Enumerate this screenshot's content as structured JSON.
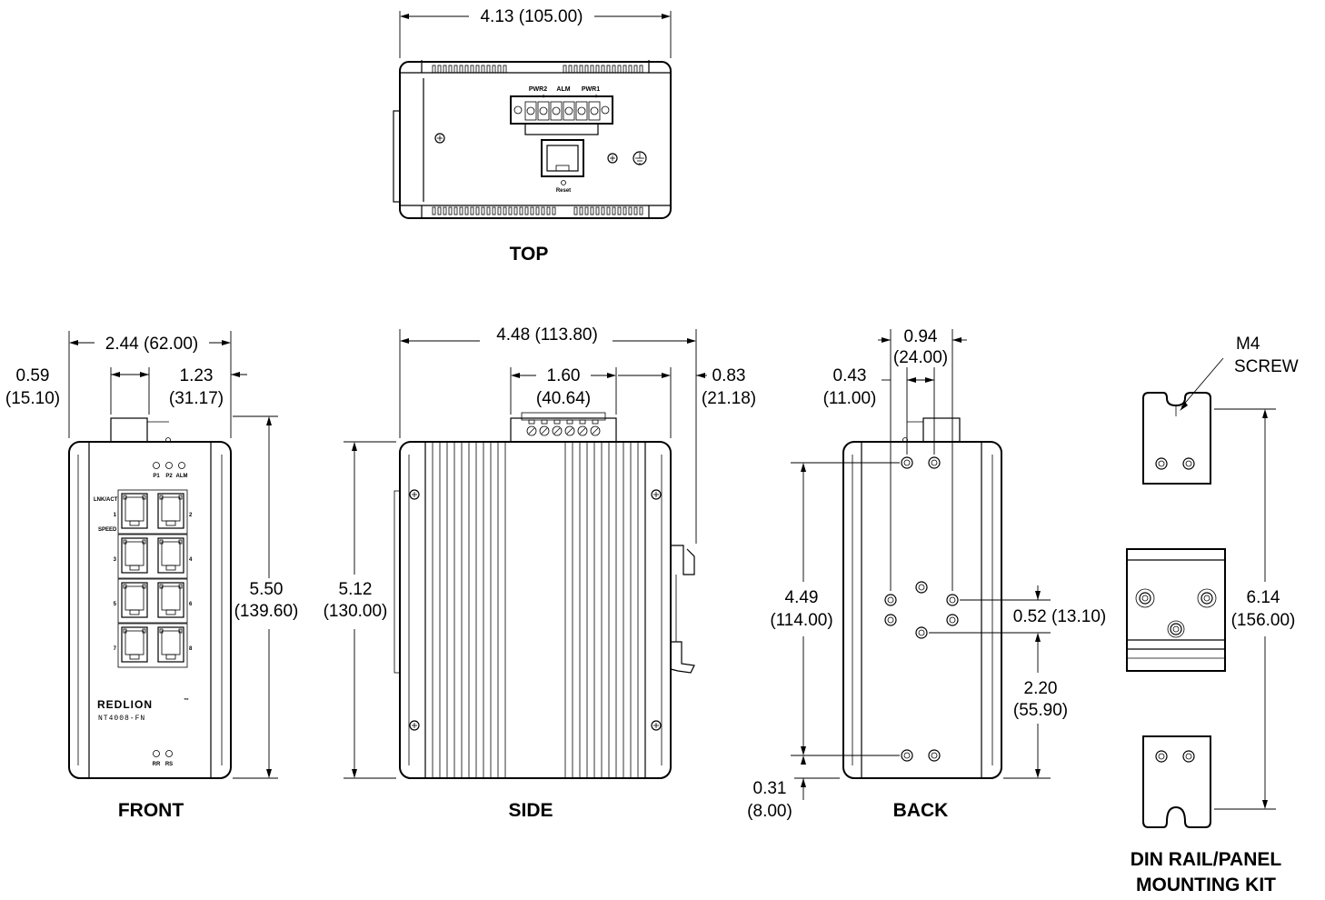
{
  "views": {
    "top": "TOP",
    "front": "FRONT",
    "side": "SIDE",
    "back": "BACK",
    "kit_line1": "DIN RAIL/PANEL",
    "kit_line2": "MOUNTING KIT"
  },
  "dims": {
    "top_width": "4.13 (105.00)",
    "front_width": "2.44 (62.00)",
    "front_left_a": "0.59",
    "front_left_b": "(15.10)",
    "front_right_a": "1.23",
    "front_right_b": "(31.17)",
    "front_height_a": "5.50",
    "front_height_b": "(139.60)",
    "side_width": "4.48 (113.80)",
    "side_conn_a": "1.60",
    "side_conn_b": "(40.64)",
    "side_clip_a": "0.83",
    "side_clip_b": "(21.18)",
    "side_height_a": "5.12",
    "side_height_b": "(130.00)",
    "back_holes_a": "0.94",
    "back_holes_b": "(24.00)",
    "back_left_a": "0.43",
    "back_left_b": "(11.00)",
    "back_span_a": "4.49",
    "back_span_b": "(114.00)",
    "back_mid": "0.52 (13.10)",
    "back_low_a": "2.20",
    "back_low_b": "(55.90)",
    "back_bottom_a": "0.31",
    "back_bottom_b": "(8.00)",
    "screw_a": "M4",
    "screw_b": "SCREW",
    "kit_height_a": "6.14",
    "kit_height_b": "(156.00)"
  },
  "panel": {
    "pwr2": "PWR2",
    "alm": "ALM",
    "pwr1": "PWR1",
    "minus": "−",
    "plus": "+",
    "reset": "Reset",
    "led_p1": "P1",
    "led_p2": "P2",
    "led_alm": "ALM",
    "lnk_act": "LNK/ACT",
    "speed": "SPEED",
    "port_1": "1",
    "port_2": "2",
    "port_3": "3",
    "port_4": "4",
    "port_5": "5",
    "port_6": "6",
    "port_7": "7",
    "port_8": "8",
    "logo": "REDLION",
    "tm": "™",
    "model": "NT4008-FN",
    "led_rr": "RR",
    "led_rs": "RS"
  }
}
